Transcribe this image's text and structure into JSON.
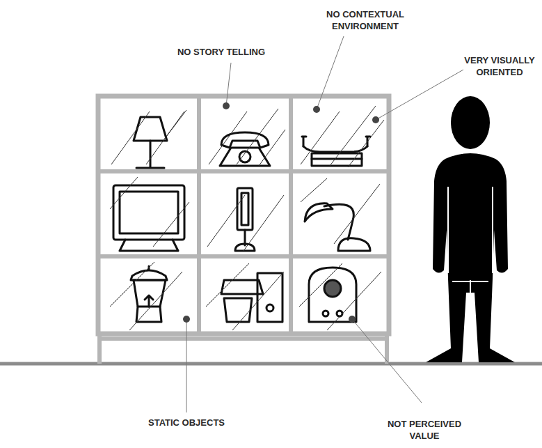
{
  "diagram": {
    "labels": [
      "NO CONTEXTUAL ENVIRONMENT",
      "NO STORY TELLING",
      "VERY VISUALLY ORIENTED",
      "STATIC OBJECTS",
      "NOT PERCEIVED VALUE"
    ]
  }
}
